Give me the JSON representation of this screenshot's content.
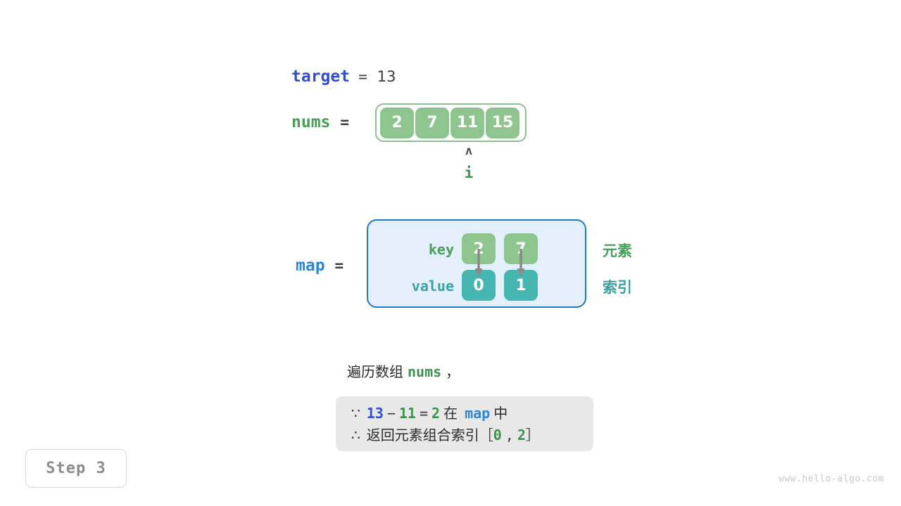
{
  "target": {
    "name": "target",
    "equals": "=",
    "value": "13"
  },
  "nums": {
    "name": "nums",
    "equals": "=",
    "cells": [
      "2",
      "7",
      "11",
      "15"
    ],
    "pointer": {
      "caret": "ʌ",
      "label": "i",
      "index": 2
    }
  },
  "map": {
    "name": "map",
    "equals": "=",
    "key_label": "key",
    "value_label": "value",
    "entries": [
      {
        "key": "2",
        "value": "0"
      },
      {
        "key": "7",
        "value": "1"
      }
    ],
    "legend_element": "元素",
    "legend_index": "索引"
  },
  "caption": {
    "prefix": "遍历数组",
    "code": "nums",
    "suffix": "，"
  },
  "explanation": {
    "line1": {
      "symbol": "∵",
      "a": "13",
      "minus": "−",
      "b": "11",
      "eq": "=",
      "c": "2",
      "mid": "在",
      "map": "map",
      "tail": "中"
    },
    "line2": {
      "symbol": "∴",
      "text": "返回元素组合索引",
      "bracket_open": "［",
      "i0": "0",
      "comma": ",",
      "i1": "2",
      "bracket_close": "］"
    }
  },
  "step_badge": "Step 3",
  "watermark": "www.hello-algo.com",
  "colors": {
    "target_blue": "#2f4fd0",
    "map_blue": "#2e86d6",
    "nums_green": "#4a9e55",
    "cell_green": "#8ec58e",
    "cell_teal": "#45b5b0",
    "map_bg": "#e3f0fb",
    "map_border": "#1f7bc4",
    "explain_bg": "#e8e8e8",
    "arrow_gray": "#8a8a8a"
  }
}
